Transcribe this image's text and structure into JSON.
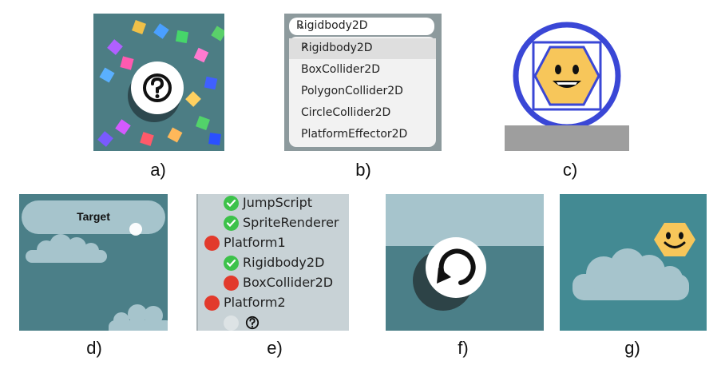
{
  "captions": {
    "a": "a)",
    "b": "b)",
    "c": "c)",
    "d": "d)",
    "e": "e)",
    "f": "f)",
    "g": "g)"
  },
  "panel_a": {
    "icon": "question-mark-icon"
  },
  "panel_b": {
    "selected": "Rigidbody2D",
    "options": [
      "Rigidbody2D",
      "BoxCollider2D",
      "PolygonCollider2D",
      "CircleCollider2D",
      "PlatformEffector2D"
    ]
  },
  "panel_c": {
    "icon": "smiley-hexagon-icon"
  },
  "panel_d": {
    "label": "Target"
  },
  "panel_e": {
    "rows": [
      {
        "label": "JumpScript",
        "status": "green"
      },
      {
        "label": "SpriteRenderer",
        "status": "green"
      },
      {
        "label": "Platform1",
        "status": "red"
      },
      {
        "label": "Rigidbody2D",
        "status": "green"
      },
      {
        "label": "BoxCollider2D",
        "status": "red"
      },
      {
        "label": "Platform2",
        "status": "red"
      }
    ]
  },
  "panel_f": {
    "icon": "reset-icon"
  },
  "panel_g": {
    "icon": "smiley-hexagon-icon"
  },
  "colors": {
    "teal": "#4b7f88",
    "light_teal": "#a6c4cc",
    "hex_yellow": "#f7c65a",
    "ring_blue": "#3a47d6",
    "green": "#3cc24a",
    "red": "#e23a2c"
  }
}
